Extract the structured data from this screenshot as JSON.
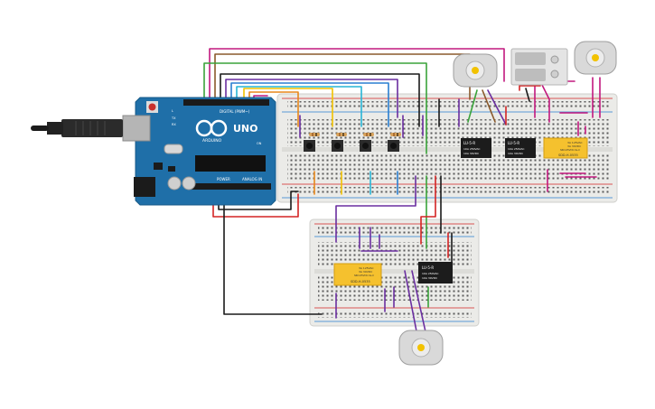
{
  "arduino": {
    "brand": "UNO",
    "logo_text": "ARDUINO",
    "digital_label": "DIGITAL (PWM~)",
    "power_label": "POWER",
    "analog_label": "ANALOG IN",
    "tx_label": "TX",
    "rx_label": "RX",
    "l_label": "L",
    "on_label": "ON"
  },
  "relays_blue": [
    {
      "line1": "LU-5-R",
      "line2": "10A 250VAC",
      "line3": "10A 30VDC"
    },
    {
      "line1": "LU-5-R",
      "line2": "10A 250VAC",
      "line3": "10A 30VDC"
    },
    {
      "line1": "LU-5-R",
      "line2": "10A 250VAC",
      "line3": "10A 30VDC"
    }
  ],
  "relays_yellow": [
    {
      "line1": "3A 125VAC",
      "line2": "3A 30VDC",
      "line3": "SRD-05VDC-SL-C",
      "model": "SDD-H-0535"
    },
    {
      "line1": "3A 125VAC",
      "line2": "3A 30VDC",
      "line3": "SRD-05VDC-SL-C",
      "model": "SDD-H-0535"
    }
  ],
  "colors": {
    "board_blue": "#1f6fa8",
    "breadboard": "#e9e9e6",
    "wire_magenta": "#c2187e",
    "wire_brown": "#8a5a2b",
    "wire_green": "#3aa33a",
    "wire_purple": "#6a2ea0",
    "wire_black": "#1a1a1a",
    "wire_red": "#d42424",
    "wire_blue": "#2a7fd0",
    "wire_cyan": "#27b5d6",
    "wire_yellow": "#f2c200",
    "wire_orange": "#e8871a",
    "relay_yellow": "#f5c12e",
    "relay_black": "#1c1c1c"
  },
  "icons": [
    "usb-plug-icon",
    "dc-motor-icon",
    "push-button-icon",
    "resistor-icon",
    "battery-holder-icon"
  ]
}
